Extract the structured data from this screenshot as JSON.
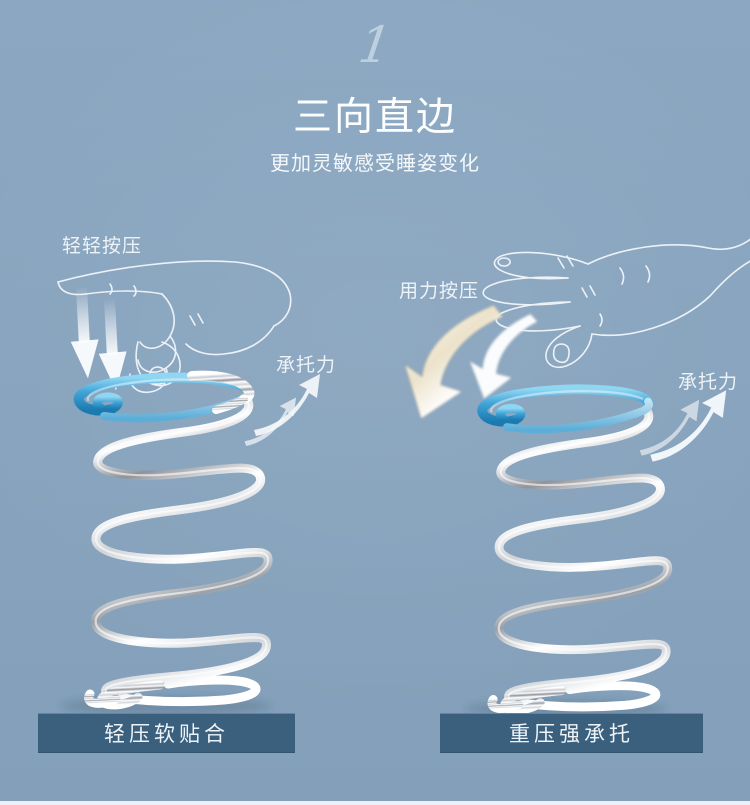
{
  "header": {
    "section_number": "1",
    "title": "三向直边",
    "subtitle": "更加灵敏感受睡姿变化"
  },
  "left_demo": {
    "press_label": "轻轻按压",
    "support_label": "承托力",
    "caption": "轻压软贴合",
    "hand_icon": "pointing-finger-hand-icon",
    "press_icon": "light-press-down-arrows-icon",
    "rebound_icon": "rebound-up-arrows-icon",
    "spring_icon": "pocket-spring-partial-blue-top-icon"
  },
  "right_demo": {
    "press_label": "用力按压",
    "support_label": "承托力",
    "caption": "重压强承托",
    "hand_icon": "open-palm-hand-icon",
    "press_icon": "heavy-press-down-arrows-icon",
    "rebound_icon": "rebound-up-arrow-icon",
    "spring_icon": "pocket-spring-full-blue-top-icon"
  },
  "colors": {
    "background": "#87a3bd",
    "caption_box": "#3b607e",
    "accent_blue": "#3fa3d6",
    "accent_blue_dark": "#1b7ab0",
    "wire_silver": "#d4d7db",
    "text_white": "#f4f8fb",
    "bottom_strip": "#eef1f3"
  }
}
